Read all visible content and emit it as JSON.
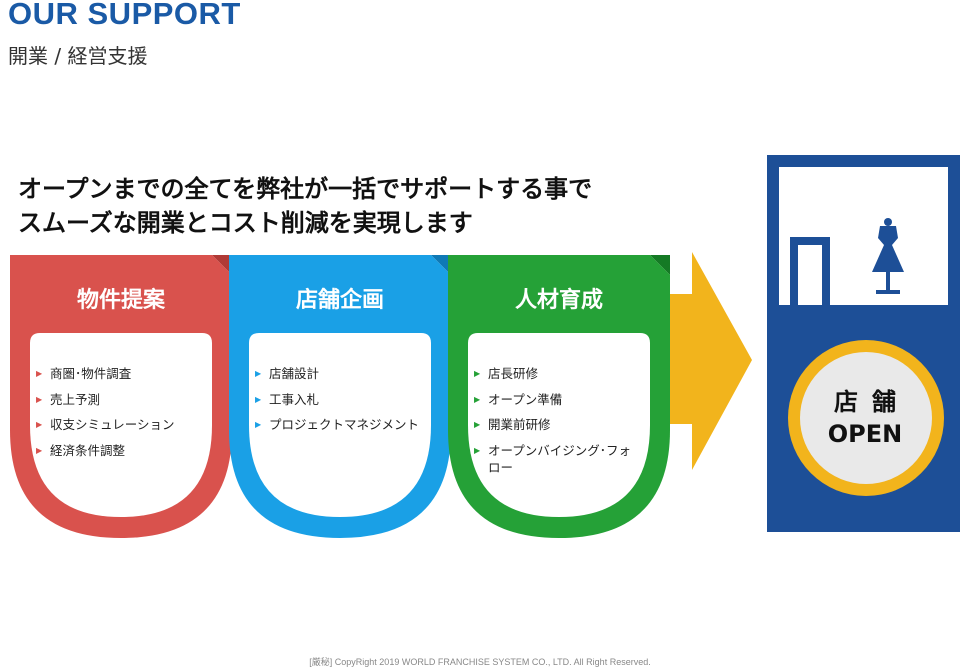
{
  "header": {
    "title": "OUR SUPPORT",
    "subtitle": "開業 / 経営支援"
  },
  "headline": {
    "line1": "オープンまでの全てを弊社が一括でサポートする事で",
    "line2": "スムーズな開業とコスト削減を実現します"
  },
  "steps": [
    {
      "title": "物件提案",
      "color": "#d9524d",
      "fold": "#b03a36",
      "items": [
        "商圏･物件調査",
        "売上予測",
        "収支シミュレーション",
        "経済条件調整"
      ]
    },
    {
      "title": "店舗企画",
      "color": "#1aa0e6",
      "fold": "#0f79b5",
      "items": [
        "店舗設計",
        "工事入札",
        "プロジェクトマネジメント"
      ]
    },
    {
      "title": "人材育成",
      "color": "#25a137",
      "fold": "#157a25",
      "items": [
        "店長研修",
        "オープン準備",
        "開業前研修",
        "オープンバイジング･フォロー"
      ]
    }
  ],
  "arrow_color": "#f2b41c",
  "store": {
    "label_line1": "店舗",
    "label_line2": "OPEN",
    "blue": "#1d4f97",
    "ring": "#f2b41c",
    "disc": "#e9e9e9",
    "icons": [
      "awning-icon",
      "door-icon",
      "mannequin-dress-icon"
    ]
  },
  "footer": "[厳秘] CopyRight 2019 WORLD FRANCHISE SYSTEM CO., LTD. All Right Reserved."
}
